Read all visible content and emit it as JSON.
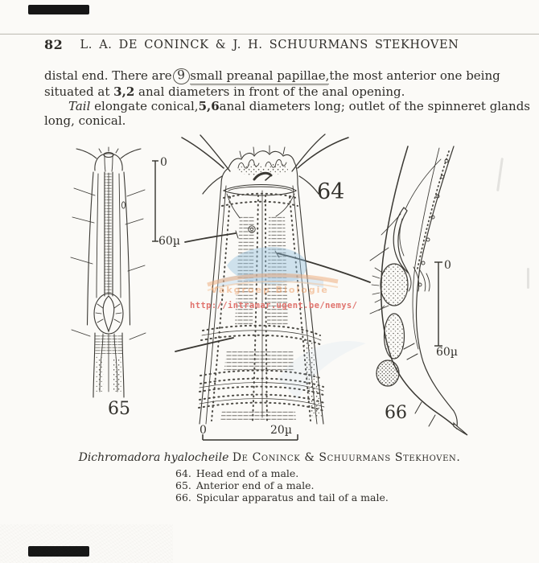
{
  "colors": {
    "paper": "#fbfaf7",
    "ink": "#2f2d29",
    "watermark_blue": "#8fbede",
    "watermark_orange": "#ee985c",
    "watermark_red": "#db5a54"
  },
  "header": {
    "page_number": "82",
    "running_title": "L. A. DE CONINCK & J. H. SCHUURMANS STEKHOVEN"
  },
  "paragraph1": {
    "seg1": "distal end.  There are",
    "circled": "9",
    "underlined": "small preanal papillae,",
    "seg2": "the most anterior one being",
    "line2_a": "situated at",
    "line2_bold": "3,2",
    "line2_b": "anal diameters in front of the anal opening."
  },
  "paragraph2": {
    "italic_lead": "Tail",
    "seg1": "elongate conical,",
    "bold1": "5,6",
    "seg2": "anal diameters long; outlet of the spinneret glands",
    "line2": "long, conical."
  },
  "figures": {
    "fig64": {
      "number": "64",
      "scale_start": "0",
      "scale_end": "20µ"
    },
    "fig65": {
      "number": "65",
      "scale_start": "0",
      "scale_end": "60µ"
    },
    "fig66": {
      "number": "66",
      "scale_start": "0",
      "scale_end": "60µ"
    }
  },
  "watermark": {
    "logo_text": "Vakgroep Biologie",
    "url": "http://intramar.ugent.be/nemys/"
  },
  "caption": {
    "species": "Dichromadora hyalocheile",
    "authors": "De Coninck & Schuurmans Stekhoven.",
    "items": [
      {
        "num": "64.",
        "text": "Head end of a male."
      },
      {
        "num": "65.",
        "text": "Anterior end of a male."
      },
      {
        "num": "66.",
        "text": "Spicular apparatus and tail of a male."
      }
    ]
  }
}
